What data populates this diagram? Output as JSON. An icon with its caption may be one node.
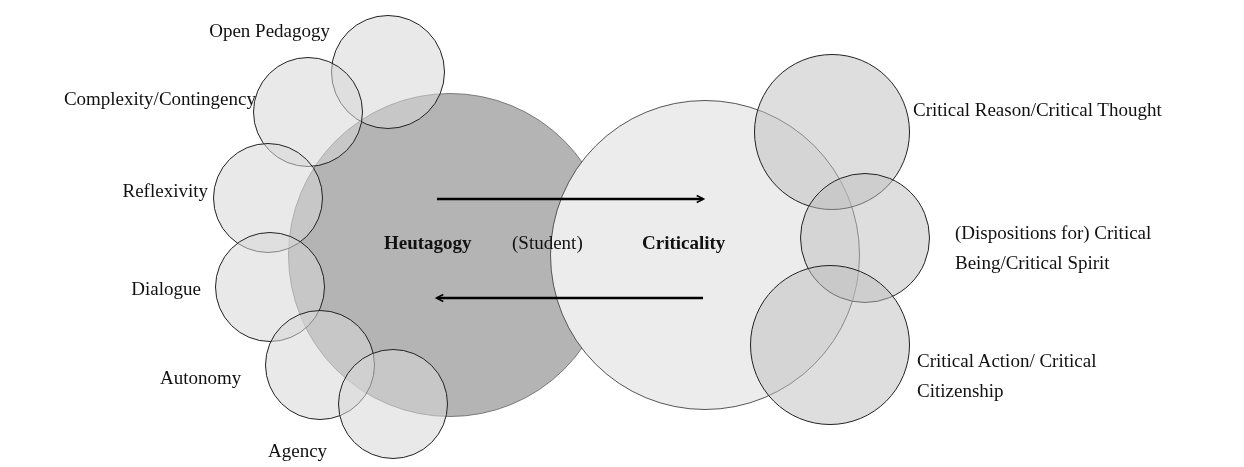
{
  "diagram": {
    "nodes": [
      {
        "text": [
          "Heutagogy",
          "(Student)"
        ]
      },
      {
        "text": [
          "Criticality"
        ]
      },
      {
        "text": [
          "Open Pedagogy"
        ]
      },
      {
        "text": [
          "Complexity/Contingency"
        ]
      },
      {
        "text": [
          "Reflexivity"
        ]
      },
      {
        "text": [
          "Dialogue"
        ]
      },
      {
        "text": [
          "Autonomy"
        ]
      },
      {
        "text": [
          "Agency"
        ]
      },
      {
        "text": [
          "Critical Reason/Critical Thought"
        ]
      },
      {
        "text": [
          "(Dispositions for) Critical Being/Critical  Spirit"
        ]
      },
      {
        "text": [
          "Critical Action/ Critical Citizenship"
        ]
      }
    ],
    "edges": [
      {
        "from": 0,
        "to": 1,
        "arrow": "to"
      },
      {
        "from": 1,
        "to": 0,
        "arrow": "to"
      }
    ]
  }
}
